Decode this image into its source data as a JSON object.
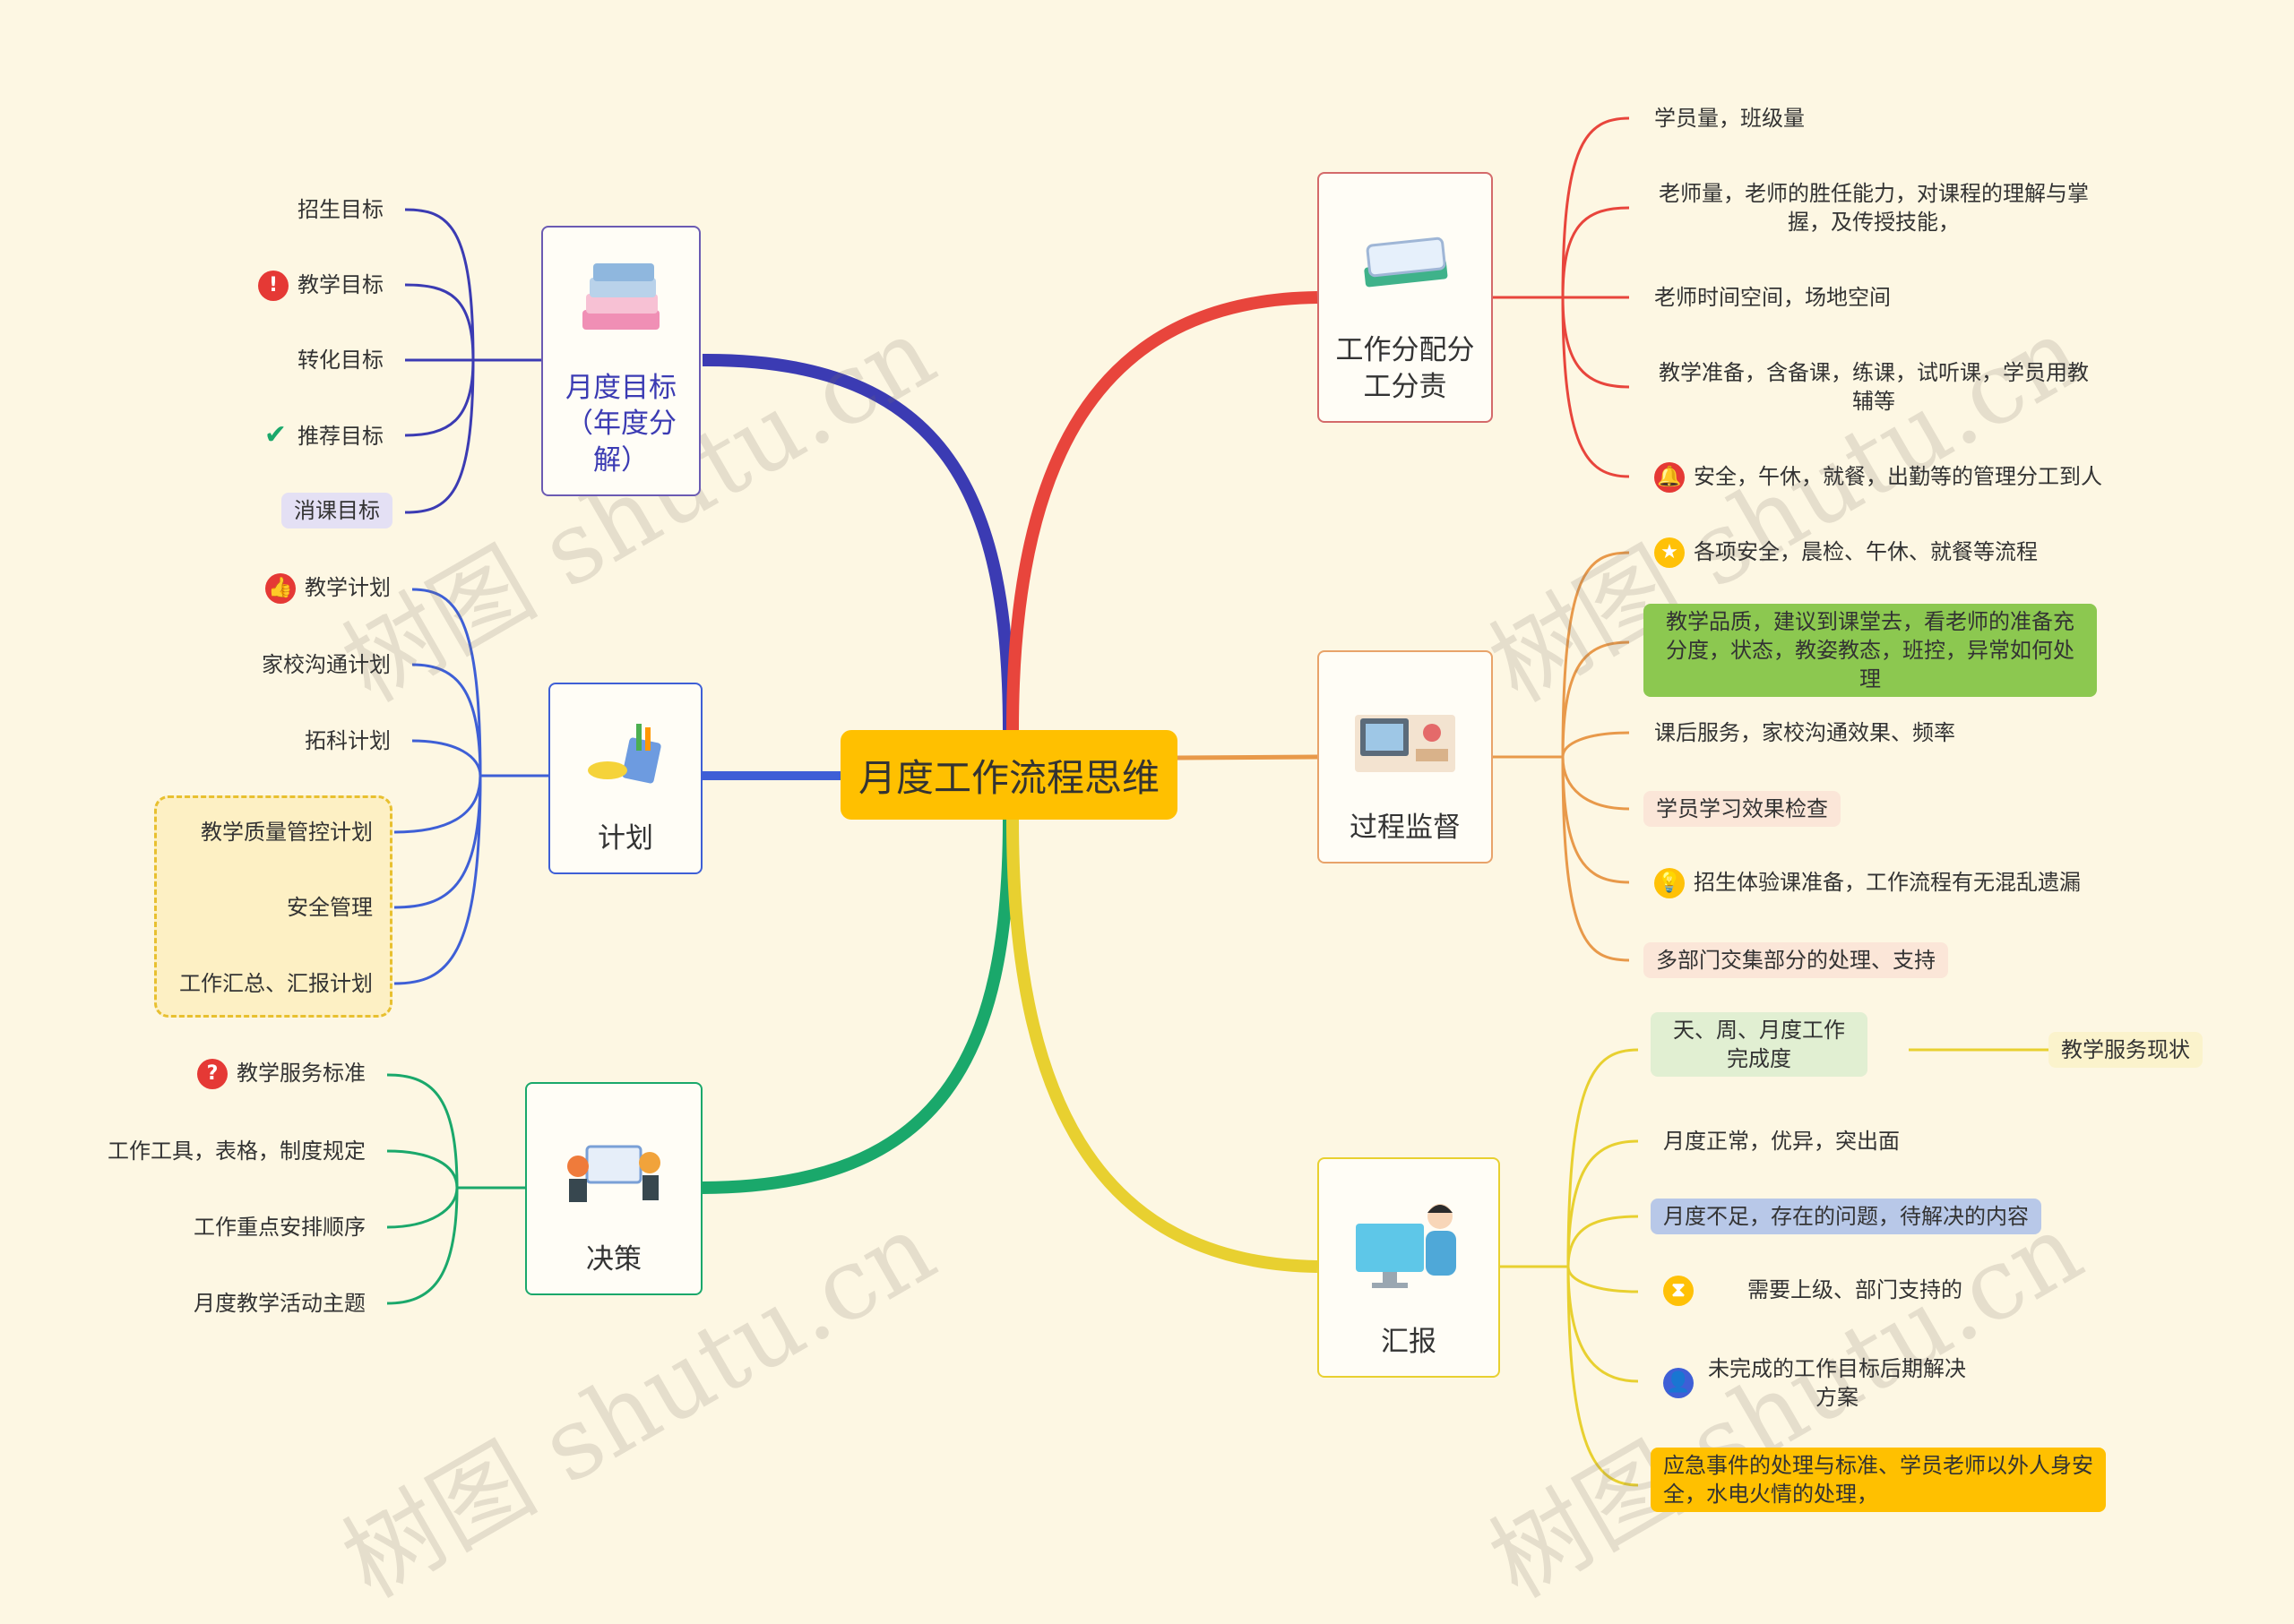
{
  "center": "月度工作流程思维",
  "watermark": "树图 shutu.cn",
  "branches": {
    "goals": {
      "title": "月度目标（年度分解）",
      "color": "#3b3bb3",
      "items": [
        "招生目标",
        "教学目标",
        "转化目标",
        "推荐目标",
        "消课目标"
      ]
    },
    "plan": {
      "title": "计划",
      "color": "#3e5fd6",
      "items": [
        "教学计划",
        "家校沟通计划",
        "拓科计划",
        "教学质量管控计划",
        "安全管理",
        "工作汇总、汇报计划"
      ]
    },
    "decision": {
      "title": "决策",
      "color": "#1aa86b",
      "items": [
        "教学服务标准",
        "工作工具，表格，制度规定",
        "工作重点安排顺序",
        "月度教学活动主题"
      ]
    },
    "division": {
      "title": "工作分配分工分责",
      "color": "#e8453c",
      "items": [
        "学员量，班级量",
        "老师量，老师的胜任能力，对课程的理解与掌握，及传授技能，",
        "老师时间空间，场地空间",
        "教学准备，含备课，练课，试听课，学员用教辅等",
        "安全，午休，就餐，出勤等的管理分工到人"
      ]
    },
    "monitor": {
      "title": "过程监督",
      "color": "#e8994a",
      "items": [
        "各项安全，晨检、午休、就餐等流程",
        "教学品质，建议到课堂去，看老师的准备充分度，状态，教姿教态，班控，异常如何处理",
        "课后服务，家校沟通效果、频率",
        "学员学习效果检查",
        "招生体验课准备，工作流程有无混乱遗漏",
        "多部门交集部分的处理、支持"
      ]
    },
    "report": {
      "title": "汇报",
      "color": "#e8d030",
      "items": [
        "天、周、月度工作完成度",
        "月度正常，优异，突出面",
        "月度不足，存在的问题，待解决的内容",
        "需要上级、部门支持的",
        "未完成的工作目标后期解决方案",
        "应急事件的处理与标准、学员老师以外人身安全，水电火情的处理，"
      ],
      "sub": "教学服务现状"
    }
  }
}
